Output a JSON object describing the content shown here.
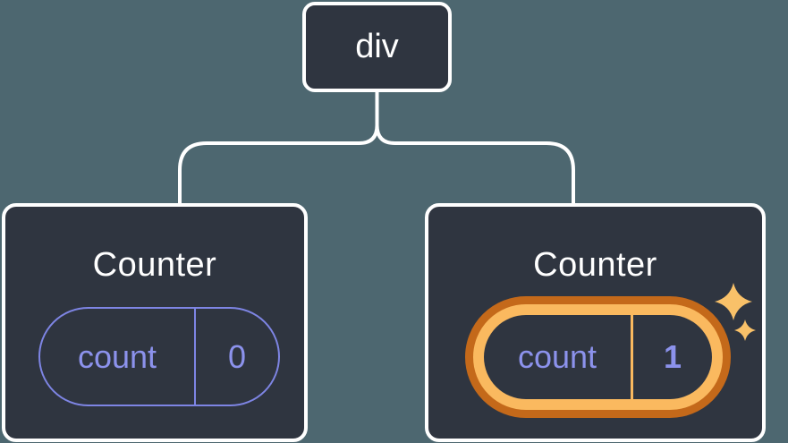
{
  "diagram": {
    "description": "Component tree with state: a div root rendering two Counter components"
  },
  "colors": {
    "background": "#4D6770",
    "card": "#2F3540",
    "card_border": "#FFFFFF",
    "connector": "#FFFFFF",
    "text": "#FFFFFF",
    "purple": "#8C92EC",
    "purple_border": "#7E85E4",
    "orange_dark": "#C4691A",
    "orange_light": "#FAB95F",
    "sparkle": "#F9C169"
  },
  "tree": {
    "root": {
      "label": "div"
    },
    "children": [
      {
        "title": "Counter",
        "state": {
          "key": "count",
          "value": "0"
        },
        "highlighted": false
      },
      {
        "title": "Counter",
        "state": {
          "key": "count",
          "value": "1"
        },
        "highlighted": true,
        "icon": "sparkles-icon"
      }
    ]
  }
}
